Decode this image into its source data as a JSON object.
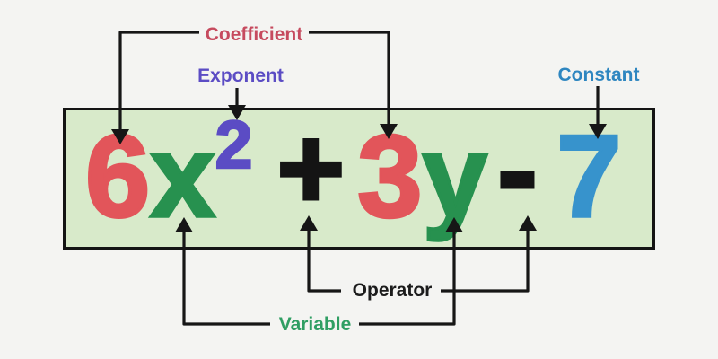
{
  "canvas": {
    "background": "#f4f4f2",
    "box_fill": "#d8eaca",
    "box_border": "#141414",
    "line_color": "#161616"
  },
  "expression": {
    "full_text": "6x² + 3y - 7",
    "tokens": {
      "coefficient1": {
        "text": "6",
        "color": "#e2555a"
      },
      "variable1": {
        "text": "x",
        "color": "#27914f"
      },
      "exponent": {
        "text": "2",
        "color": "#5b4cc4"
      },
      "operator1": {
        "text": "+",
        "color": "#141414"
      },
      "coefficient2": {
        "text": "3",
        "color": "#e2555a"
      },
      "variable2": {
        "text": "y",
        "color": "#27914f"
      },
      "operator2": {
        "text": "-",
        "color": "#141414"
      },
      "constant": {
        "text": "7",
        "color": "#3793cc"
      }
    }
  },
  "labels": {
    "coefficient": {
      "text": "Coefficient",
      "color": "#c64a5e"
    },
    "exponent": {
      "text": "Exponent",
      "color": "#5b4cc4"
    },
    "constant": {
      "text": "Constant",
      "color": "#2e86c0"
    },
    "operator": {
      "text": "Operator",
      "color": "#1c1c1c"
    },
    "variable": {
      "text": "Variable",
      "color": "#2f9e63"
    }
  }
}
